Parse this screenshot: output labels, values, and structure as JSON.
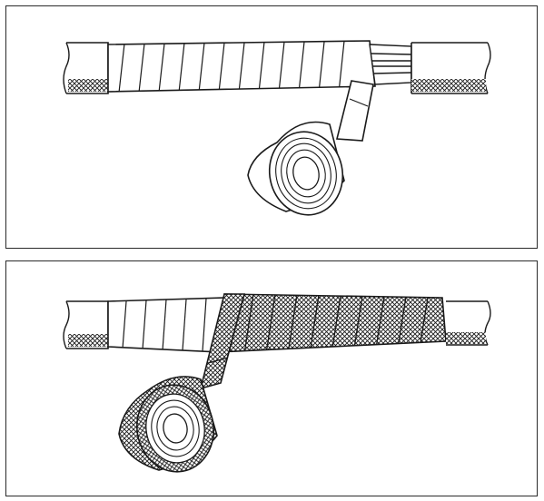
{
  "diagram": {
    "colors": {
      "line": "#1a1a1a",
      "background": "#ffffff",
      "hatch": "#1a1a1a"
    },
    "panels": [
      {
        "id": "panel-top",
        "tape": "plain"
      },
      {
        "id": "panel-bottom",
        "tape": "hatched"
      }
    ]
  }
}
